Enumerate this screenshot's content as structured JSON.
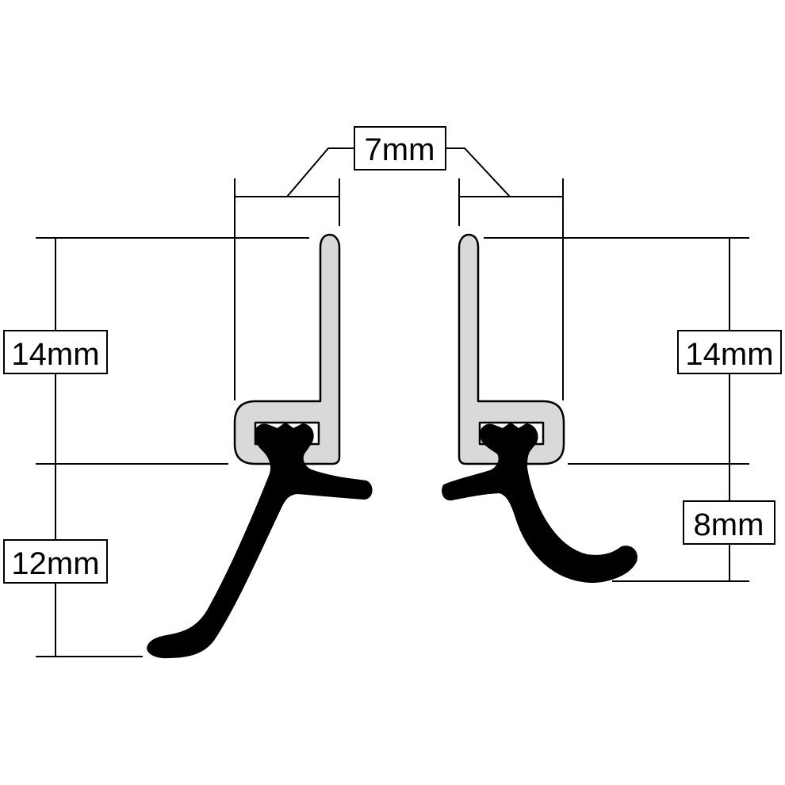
{
  "dimensions": {
    "width": {
      "label": "7mm"
    },
    "left_profile_height": {
      "label": "14mm"
    },
    "left_seal_height": {
      "label": "12mm"
    },
    "right_profile_height": {
      "label": "14mm"
    },
    "right_seal_height": {
      "label": "8mm"
    }
  },
  "colors": {
    "profile_fill": "#d9d9d9",
    "seal_fill": "#000000",
    "line": "#000000",
    "background": "#ffffff"
  }
}
